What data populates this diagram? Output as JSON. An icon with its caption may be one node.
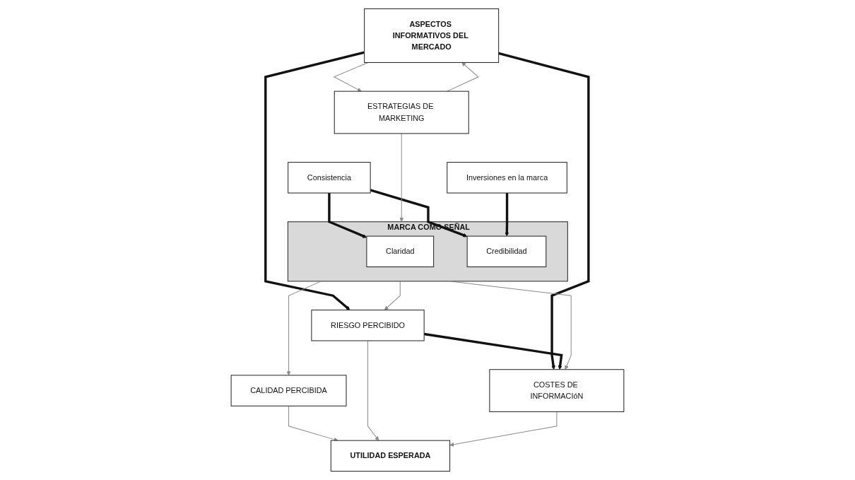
{
  "diagram": {
    "nodes": [
      {
        "text": [
          "ASPECTOS INFORMATIVOS DEL MERCADO"
        ]
      },
      {
        "text": [
          "ESTRATEGIAS DE MARKETING"
        ]
      },
      {
        "text": [
          "MARCA COMO SEÑAL"
        ]
      },
      {
        "text": [
          "Claridad"
        ],
        "in": 2
      },
      {
        "text": [
          "Credibilidad"
        ],
        "in": 2
      },
      {
        "text": [
          "Consistencia"
        ]
      },
      {
        "text": [
          "Inversiones en la marca"
        ]
      },
      {
        "text": [
          "CALIDAD PERCIBIDA"
        ]
      },
      {
        "text": [
          "RIESGO PERCIBIDO"
        ]
      },
      {
        "text": [
          "COSTES DE INFORMACIóN"
        ]
      },
      {
        "text": [
          "UTILIDAD ESPERADA"
        ]
      }
    ],
    "edges": [
      {
        "from": 0,
        "to": 1,
        "arrow": "to"
      },
      {
        "from": 1,
        "to": 0,
        "arrow": "to"
      },
      {
        "from": 1,
        "to": 2,
        "arrow": "to"
      },
      {
        "from": 5,
        "to": 3,
        "arrow": "to",
        "style": "thick",
        "color": "#111111"
      },
      {
        "from": 5,
        "to": 4,
        "arrow": "to",
        "style": "thick",
        "color": "#111111"
      },
      {
        "from": 6,
        "to": 4,
        "arrow": "to",
        "style": "thick",
        "color": "#111111"
      },
      {
        "from": 2,
        "to": 7,
        "arrow": "to"
      },
      {
        "from": 2,
        "to": 8,
        "arrow": "to"
      },
      {
        "from": 2,
        "to": 9,
        "arrow": "to"
      },
      {
        "from": 0,
        "to": 8,
        "arrow": "to",
        "style": "thick",
        "color": "#111111"
      },
      {
        "from": 0,
        "to": 9,
        "arrow": "to",
        "style": "thick",
        "color": "#111111"
      },
      {
        "from": 8,
        "to": 9,
        "arrow": "to",
        "style": "thick",
        "color": "#111111"
      },
      {
        "from": 7,
        "to": 10,
        "arrow": "to"
      },
      {
        "from": 8,
        "to": 10,
        "arrow": "to"
      },
      {
        "from": 9,
        "to": 10,
        "arrow": "to"
      }
    ]
  }
}
